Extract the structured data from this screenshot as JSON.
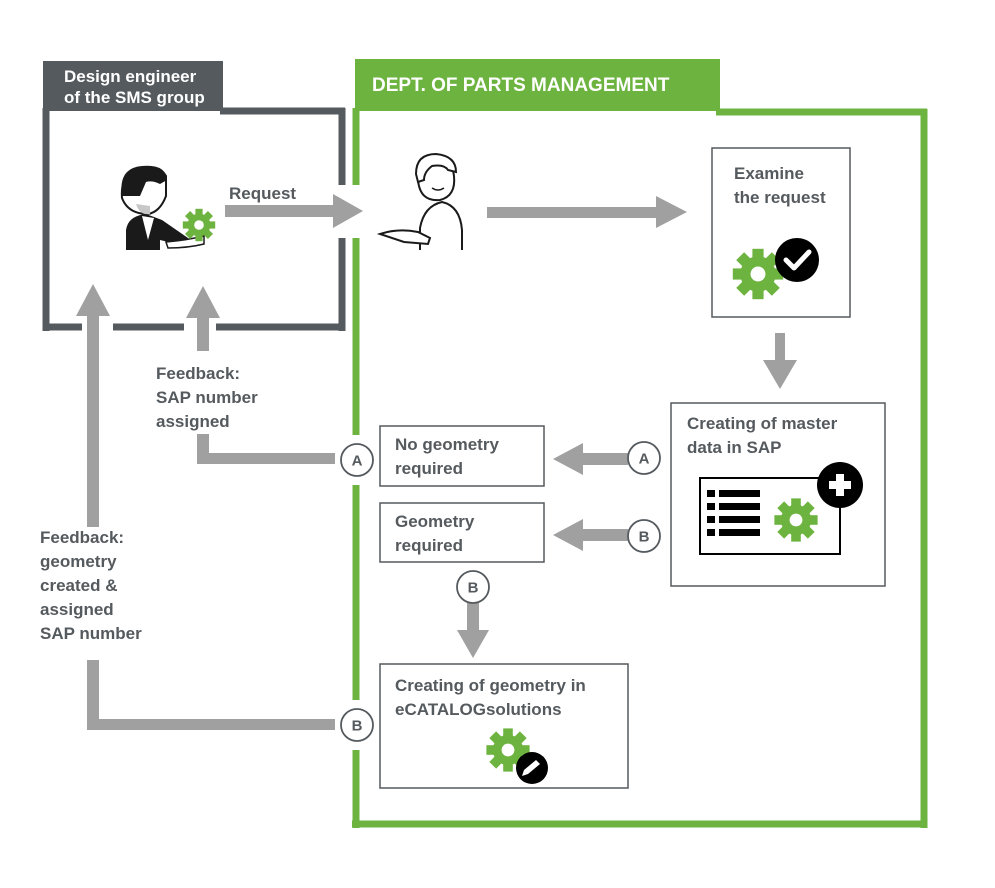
{
  "left_panel": {
    "title_line1": "Design engineer",
    "title_line2": "of the SMS group"
  },
  "right_panel": {
    "title": "DEPT. OF PARTS MANAGEMENT"
  },
  "labels": {
    "request": "Request",
    "feedback_sap_1": "Feedback:",
    "feedback_sap_2": "SAP number",
    "feedback_sap_3": "assigned",
    "feedback_geo_1": "Feedback:",
    "feedback_geo_2": "geometry",
    "feedback_geo_3": "created &",
    "feedback_geo_4": "assigned",
    "feedback_geo_5": "SAP number"
  },
  "boxes": {
    "examine_1": "Examine",
    "examine_2": "the request",
    "master_1": "Creating of master",
    "master_2": "data in SAP",
    "no_geo_1": "No geometry",
    "no_geo_2": "required",
    "geo_1": "Geometry",
    "geo_2": "required",
    "create_geo_1": "Creating of geometry in",
    "create_geo_2": "eCATALOGsolutions"
  },
  "markers": {
    "a": "A",
    "b": "B"
  },
  "colors": {
    "green": "#6db33f",
    "dark_gray": "#555a5e",
    "arrow_gray": "#a0a0a0",
    "black": "#000000"
  },
  "icons": [
    "engineer-icon",
    "parts-clerk-icon",
    "gear-check-icon",
    "master-data-list-icon",
    "gear-pencil-icon"
  ]
}
